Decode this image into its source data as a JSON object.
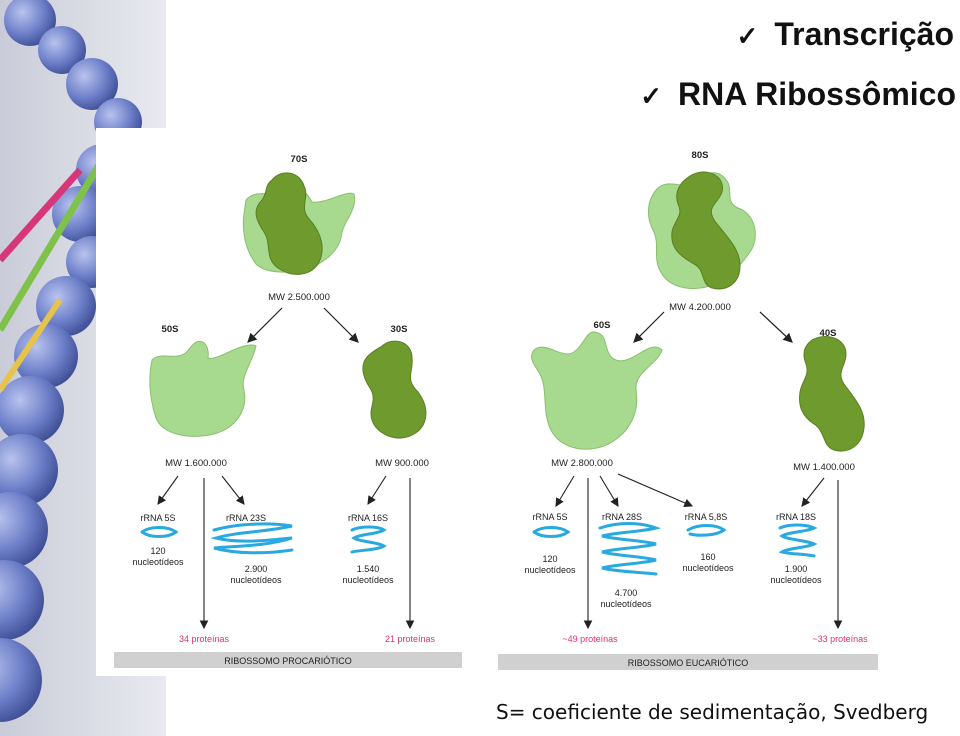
{
  "titles": {
    "check": "✓",
    "line1": "Transcrição",
    "line2": "RNA Ribossômico"
  },
  "prokaryote": {
    "whole": {
      "label": "70S",
      "mw": "MW 2.500.000"
    },
    "large": {
      "label": "50S",
      "mw": "MW 1.600.000"
    },
    "small": {
      "label": "30S",
      "mw": "MW 900.000"
    },
    "rrna": [
      {
        "name": "rRNA 5S",
        "count": "120",
        "unit": "nucleotídeos"
      },
      {
        "name": "rRNA 23S",
        "count": "2.900",
        "unit": "nucleotídeos"
      },
      {
        "name": "rRNA 16S",
        "count": "1.540",
        "unit": "nucleotídeos"
      }
    ],
    "proteins_large": "34 proteínas",
    "proteins_small": "21 proteínas",
    "banner": "RIBOSSOMO PROCARIÓTICO"
  },
  "eukaryote": {
    "whole": {
      "label": "80S",
      "mw": "MW 4.200.000"
    },
    "large": {
      "label": "60S",
      "mw": "MW 2.800.000"
    },
    "small": {
      "label": "40S",
      "mw": "MW 1.400.000"
    },
    "rrna": [
      {
        "name": "rRNA 5S",
        "count": "120",
        "unit": "nucleotídeos"
      },
      {
        "name": "rRNA 28S",
        "count": "4.700",
        "unit": "nucleotídeos"
      },
      {
        "name": "rRNA 5,8S",
        "count": "160",
        "unit": "nucleotídeos"
      },
      {
        "name": "rRNA 18S",
        "count": "1.900",
        "unit": "nucleotídeos"
      }
    ],
    "proteins_large": "~49 proteínas",
    "proteins_small": "~33 proteínas",
    "banner": "RIBOSSOMO EUCARIÓTICO"
  },
  "footnote": "S= coeficiente de sedimentação, Svedberg",
  "colors": {
    "light_subunit": "#a7d98f",
    "dark_subunit": "#6f9a2e",
    "rrna_blue": "#29a9e0",
    "protein_pink": "#e0306a",
    "banner_gray": "#d0d0d0"
  }
}
